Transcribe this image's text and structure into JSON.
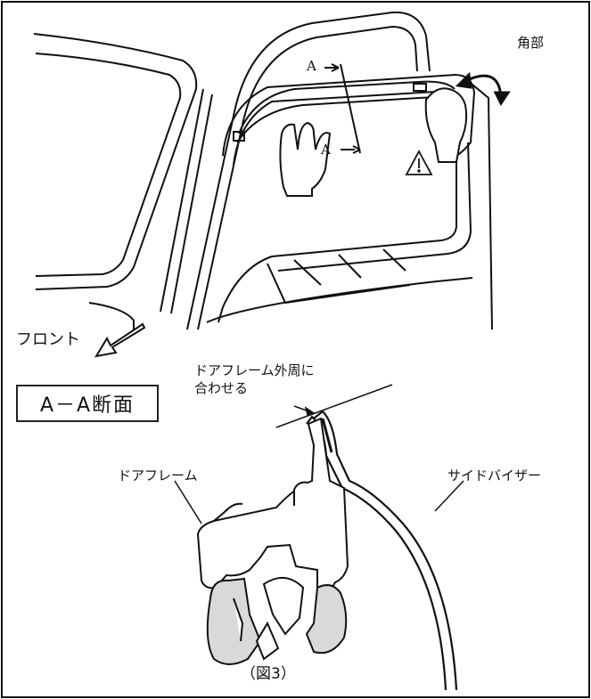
{
  "labels": {
    "corner": "角部",
    "section_a_top": "A",
    "section_a_bottom": "A",
    "front": "フロント",
    "align_note_line1": "ドアフレーム外周に",
    "align_note_line2": "合わせる",
    "section_title": "A－A断面",
    "door_frame": "ドアフレーム",
    "side_visor": "サイドバイザー",
    "figure_caption": "（図3）"
  },
  "icons": {
    "warning": "warning-triangle-icon",
    "front_arrow": "front-direction-arrow-icon",
    "corner_arrow": "curved-arrow-icon"
  },
  "colors": {
    "line": "#111111",
    "background": "#ffffff",
    "stipple": "#555555"
  }
}
